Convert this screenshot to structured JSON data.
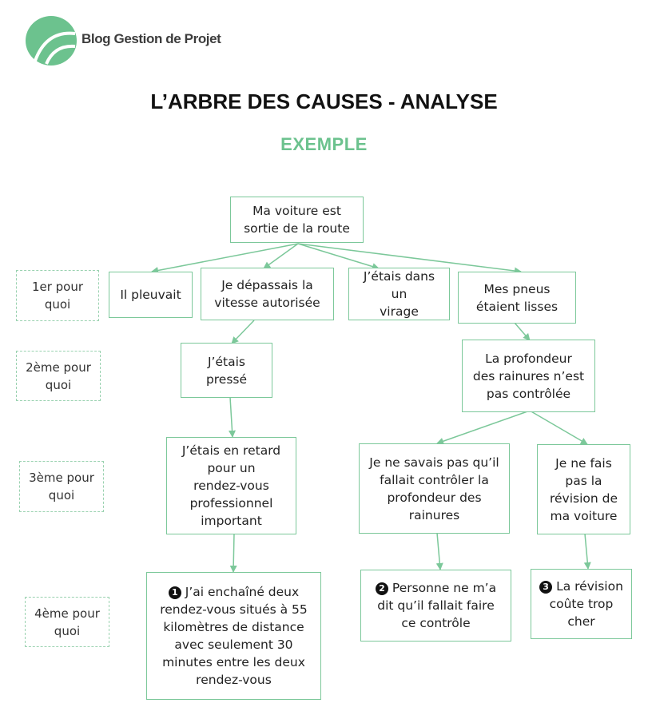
{
  "brand": {
    "name": "Blog Gestion de Projet",
    "color": "#6cc28e"
  },
  "title": "L’ARBRE DES CAUSES - ANALYSE",
  "subtitle": "EXEMPLE",
  "colors": {
    "border": "#7cc89a",
    "level_border": "#9ad2b0",
    "accent": "#6cc28e"
  },
  "levels": [
    "1er pour\nquoi",
    "2ème pour\nquoi",
    "3ème pour\nquoi",
    "4ème pour\nquoi"
  ],
  "nodes": {
    "root": "Ma voiture est\nsortie de la route",
    "pluie": "Il pleuvait",
    "vitesse": "Je dépassais la\nvitesse autorisée",
    "virage": "J’étais dans un\nvirage",
    "pneus": "Mes pneus\nétaient lisses",
    "presse": "J’étais\npressé",
    "profondeur": "La profondeur\ndes rainures n’est\npas contrôlée",
    "retard": "J’étais en retard\npour un\nrendez-vous\nprofessionnel\nimportant",
    "savais": "Je ne savais pas qu’il\nfallait contrôler la\nprofondeur des\nrainures",
    "revision": "Je ne fais\npas la\nrévision de\nma voiture",
    "cause1": {
      "number": "1",
      "text": "J’ai enchaîné deux\nrendez-vous situés à 55\nkilomètres de distance\navec seulement 30\nminutes entre les deux\nrendez-vous"
    },
    "cause2": {
      "number": "2",
      "text": "Personne ne m’a\ndit qu’il fallait faire\nce contrôle"
    },
    "cause3": {
      "number": "3",
      "text": "La révision\ncoûte trop\ncher"
    }
  }
}
